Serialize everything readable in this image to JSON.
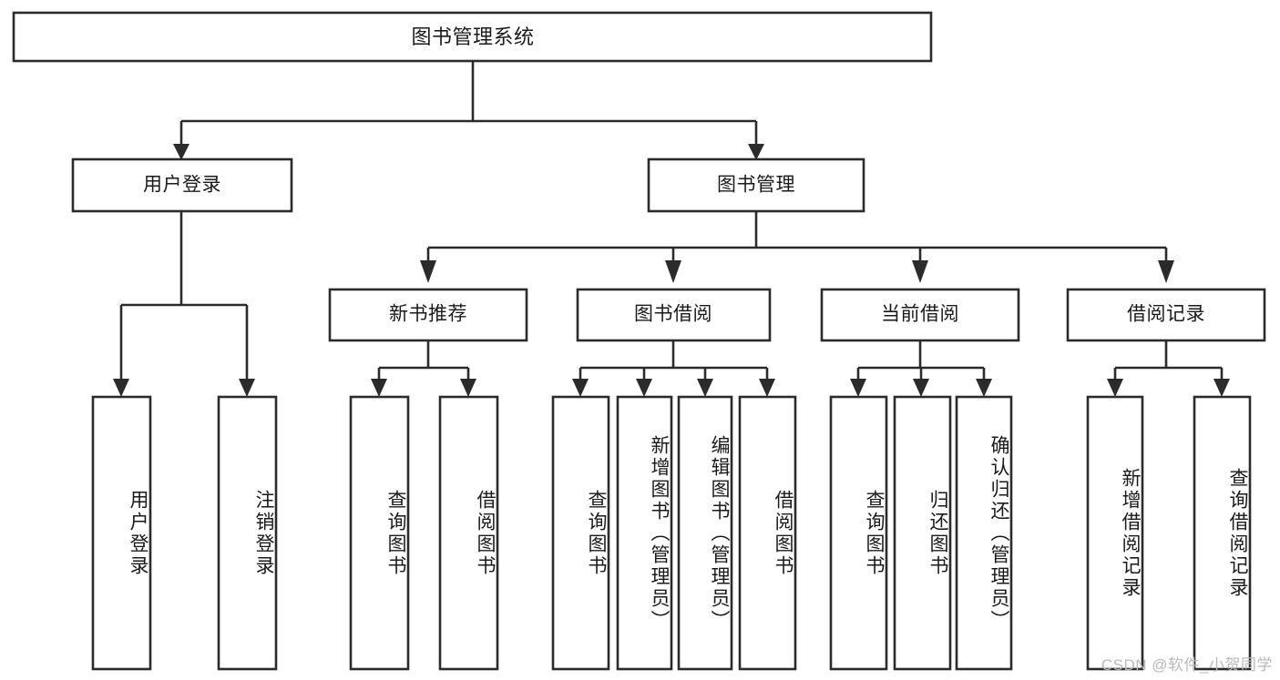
{
  "diagram": {
    "title": "图书管理系统",
    "type": "tree",
    "orientation": "top-down",
    "colors": {
      "box_stroke": "#2b2b2b",
      "box_fill": "#ffffff",
      "connector": "#2b2b2b",
      "text": "#1a1a1a",
      "background": "#ffffff",
      "watermark": "#b9b9b9"
    },
    "root": {
      "label": "图书管理系统",
      "level": 1
    },
    "level2": [
      {
        "label": "用户登录"
      },
      {
        "label": "图书管理"
      }
    ],
    "level3": [
      {
        "label": "新书推荐"
      },
      {
        "label": "图书借阅"
      },
      {
        "label": "当前借阅"
      },
      {
        "label": "借阅记录"
      }
    ],
    "leaves": {
      "user_login": [
        {
          "label": "用户登录"
        },
        {
          "label": "注销登录"
        }
      ],
      "new_book_recommend": [
        {
          "label": "查询图书"
        },
        {
          "label": "借阅图书"
        }
      ],
      "book_borrow": [
        {
          "label": "查询图书"
        },
        {
          "label": "新增图书（管理员）"
        },
        {
          "label": "编辑图书（管理员）"
        },
        {
          "label": "借阅图书"
        }
      ],
      "current_borrow": [
        {
          "label": "查询图书"
        },
        {
          "label": "归还图书"
        },
        {
          "label": "确认归还（管理员）"
        }
      ],
      "borrow_record": [
        {
          "label": "新增借阅记录"
        },
        {
          "label": "查询借阅记录"
        }
      ]
    },
    "watermark": "CSDN @软件_小贺同学"
  }
}
